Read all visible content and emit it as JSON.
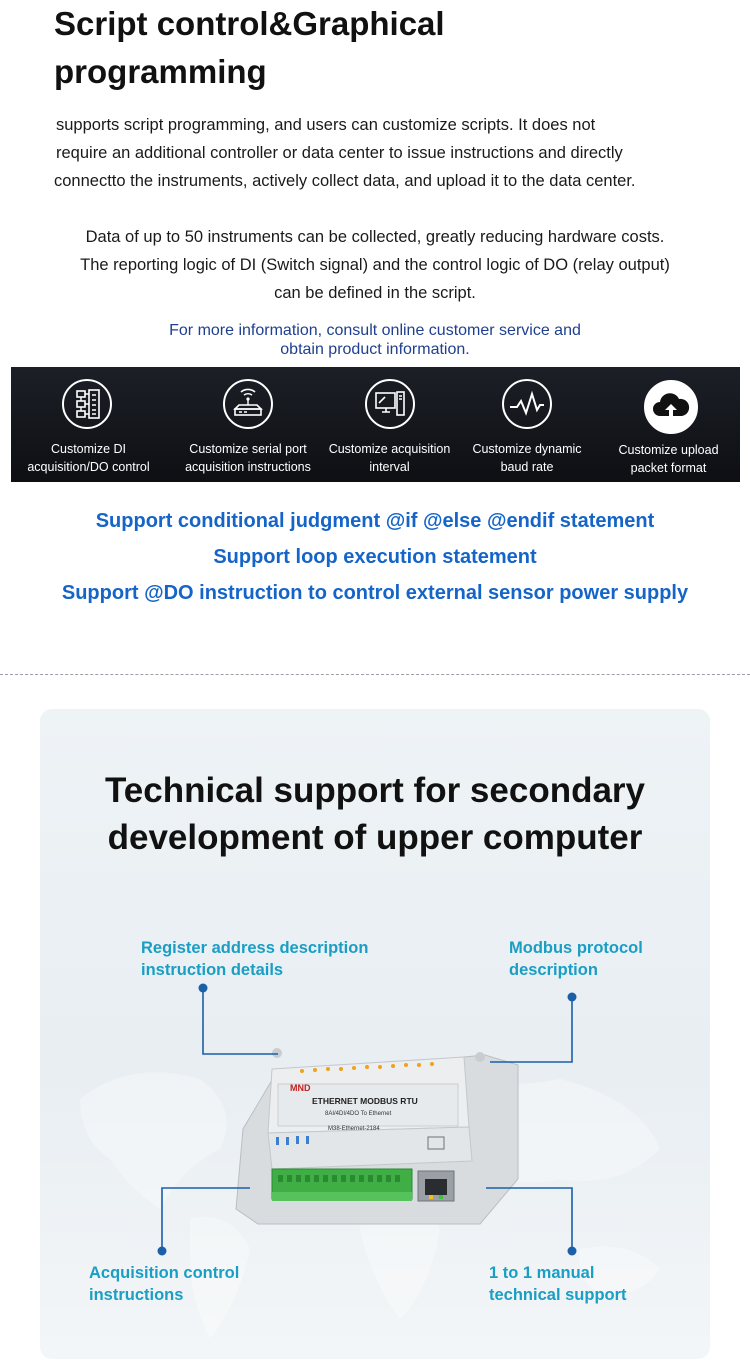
{
  "section1": {
    "title_line1": "Script control&Graphical",
    "title_line2": "programming",
    "para1": [
      "supports script programming, and users can customize scripts. It does not",
      "require an additional controller or data center to issue instructions and directly",
      "connectto the instruments, actively collect data, and upload it to the data center."
    ],
    "para2": [
      "Data of up to 50 instruments can be collected, greatly reducing hardware costs.",
      "The reporting logic of DI (Switch signal) and the control logic of DO (relay output)",
      "can be defined in the script."
    ],
    "more_info": [
      "For more information, consult online customer service and",
      "obtain product information."
    ]
  },
  "features": [
    {
      "icon": "di-do-module-icon",
      "line1": "Customize DI",
      "line2": "acquisition/DO control"
    },
    {
      "icon": "router-icon",
      "line1": "Customize serial port",
      "line2": "acquisition instructions"
    },
    {
      "icon": "computer-icon",
      "line1": "Customize acquisition",
      "line2": "interval"
    },
    {
      "icon": "waveform-icon",
      "line1": "Customize dynamic",
      "line2": "baud rate"
    },
    {
      "icon": "cloud-upload-icon",
      "line1": "Customize upload",
      "line2": "packet format"
    }
  ],
  "support_statements": [
    "Support conditional judgment @if @else @endif statement",
    "Support loop execution statement",
    "Support @DO instruction to control external sensor power supply"
  ],
  "tech": {
    "title_line1": "Technical support for secondary",
    "title_line2": "development of upper computer",
    "callouts": {
      "top_left": [
        "Register address description",
        "instruction details"
      ],
      "top_right": [
        "Modbus protocol",
        "description"
      ],
      "bottom_left": [
        "Acquisition control",
        "instructions"
      ],
      "bottom_right": [
        "1 to 1 manual",
        "technical support"
      ]
    },
    "device": {
      "brand": "MND",
      "label1": "ETHERNET MODBUS RTU",
      "label2": "8AI/4DI/4DO To Ethernet",
      "model": "M38-Ethernet-2184"
    }
  },
  "colors": {
    "accent_blue": "#1565c8",
    "callout_cyan": "#1a9ec4",
    "note_blue": "#1f3f8f",
    "icon_bar": "#14171c"
  }
}
